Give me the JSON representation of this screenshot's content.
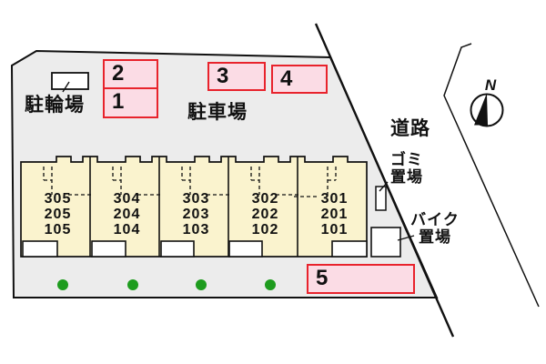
{
  "title": "apartment-site-plan",
  "colors": {
    "site_fill": "#ececec",
    "building_fill": "#faf3ce",
    "parking_fill": "#fbdce5",
    "parking_border": "#e8232c",
    "tree_green": "#1e9c1e",
    "line_black": "#111111"
  },
  "labels": {
    "bicycle_parking": "駐輪場",
    "parking_lot": "駐車場",
    "road": "道路",
    "garbage_area": [
      "ゴミ",
      "置場"
    ],
    "bike_area": [
      "バイク",
      "置場"
    ],
    "compass_north": "N"
  },
  "parking_spaces": [
    {
      "number": "1"
    },
    {
      "number": "2"
    },
    {
      "number": "3"
    },
    {
      "number": "4"
    },
    {
      "number": "5"
    }
  ],
  "building": {
    "units": [
      {
        "rooms": [
          "305",
          "205",
          "105"
        ]
      },
      {
        "rooms": [
          "304",
          "204",
          "104"
        ]
      },
      {
        "rooms": [
          "303",
          "203",
          "103"
        ]
      },
      {
        "rooms": [
          "302",
          "202",
          "102"
        ]
      },
      {
        "rooms": [
          "301",
          "201",
          "101"
        ]
      }
    ]
  }
}
